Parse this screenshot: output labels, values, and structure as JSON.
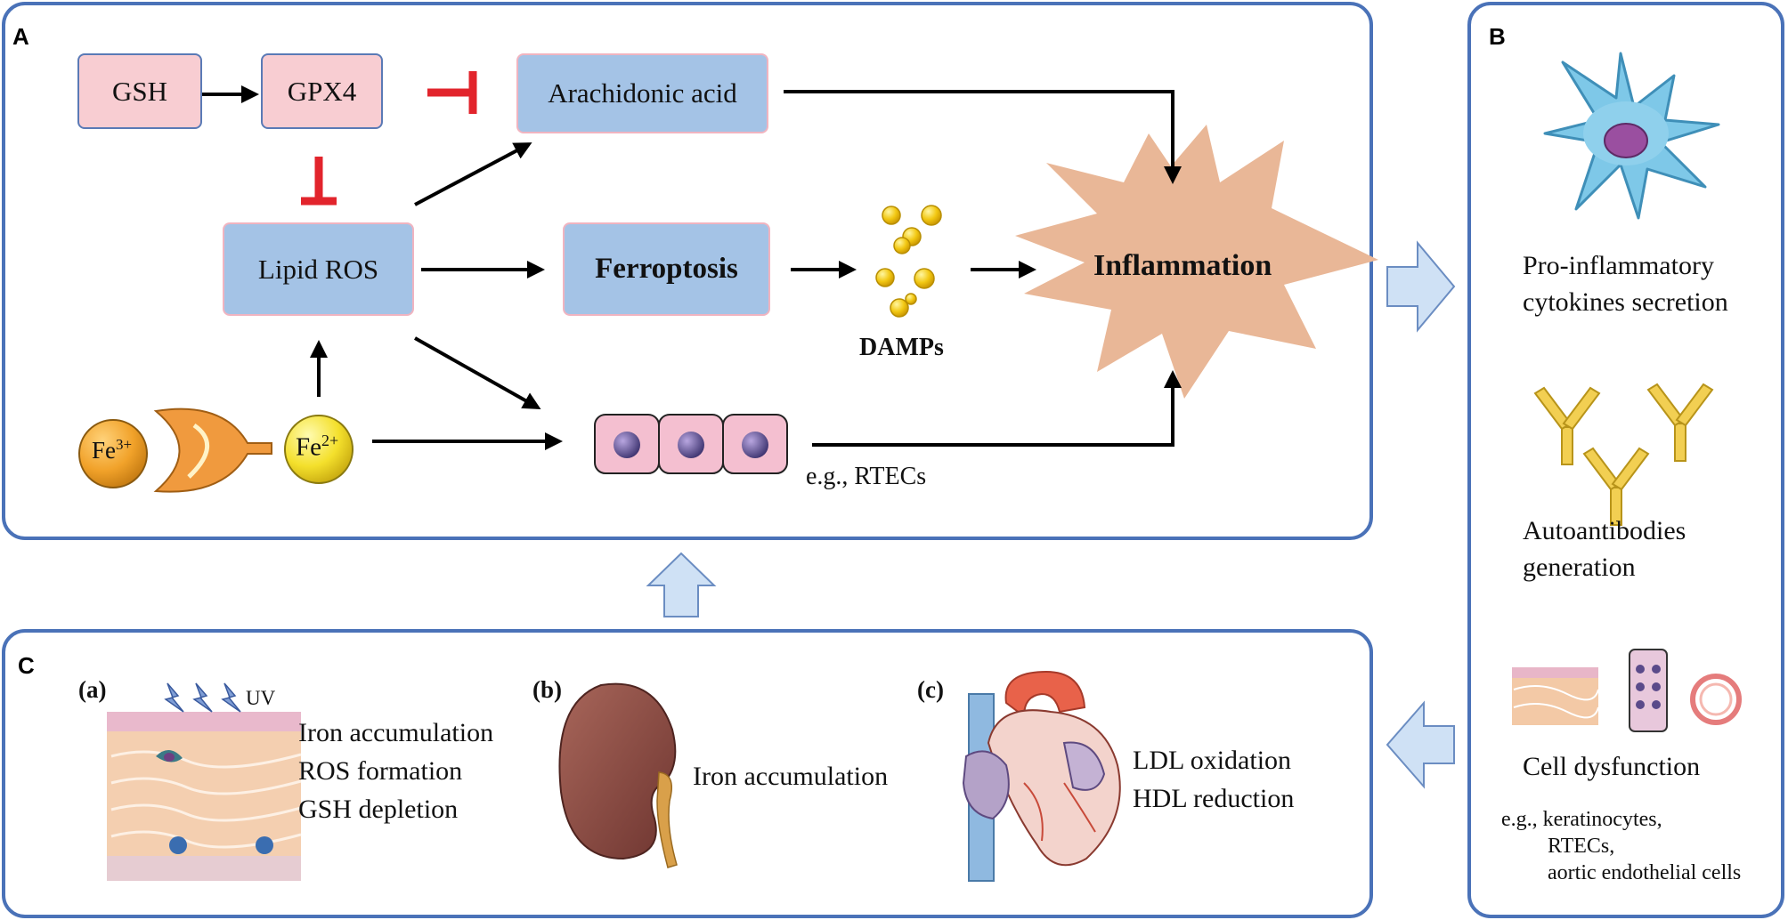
{
  "panels": {
    "a": "A",
    "b": "B",
    "c": "C"
  },
  "pathway": {
    "gsh": "GSH",
    "gpx4": "GPX4",
    "arachidonic": "Arachidonic acid",
    "lipid_ros": "Lipid ROS",
    "ferroptosis": "Ferroptosis",
    "inflammation": "Inflammation",
    "damps": "DAMPs",
    "fe3_base": "Fe",
    "fe3_sup": "3+",
    "fe2_base": "Fe",
    "fe2_sup": "2+",
    "rtecs": "e.g., RTECs"
  },
  "effects": {
    "cytokines_1": "Pro-inflammatory",
    "cytokines_2": "cytokines secretion",
    "autoab_1": "Autoantibodies",
    "autoab_2": "generation",
    "cell_dys": "Cell dysfunction",
    "eg_1": "e.g., keratinocytes,",
    "eg_2": "RTECs,",
    "eg_3": "aortic endothelial cells"
  },
  "organs": {
    "a_label": "(a)",
    "uv": "UV",
    "a_1": "Iron accumulation",
    "a_2": "ROS formation",
    "a_3": "GSH depletion",
    "b_label": "(b)",
    "b_1": "Iron accumulation",
    "c_label": "(c)",
    "c_1": "LDL oxidation",
    "c_2": "HDL reduction"
  },
  "colors": {
    "panel_border": "#4a72b8",
    "pink_box": "#f8cdd2",
    "blue_box": "#a4c3e6",
    "inhibit": "#e2242c",
    "burst": "#e9b797",
    "big_arrow": "#cfe1f5"
  }
}
